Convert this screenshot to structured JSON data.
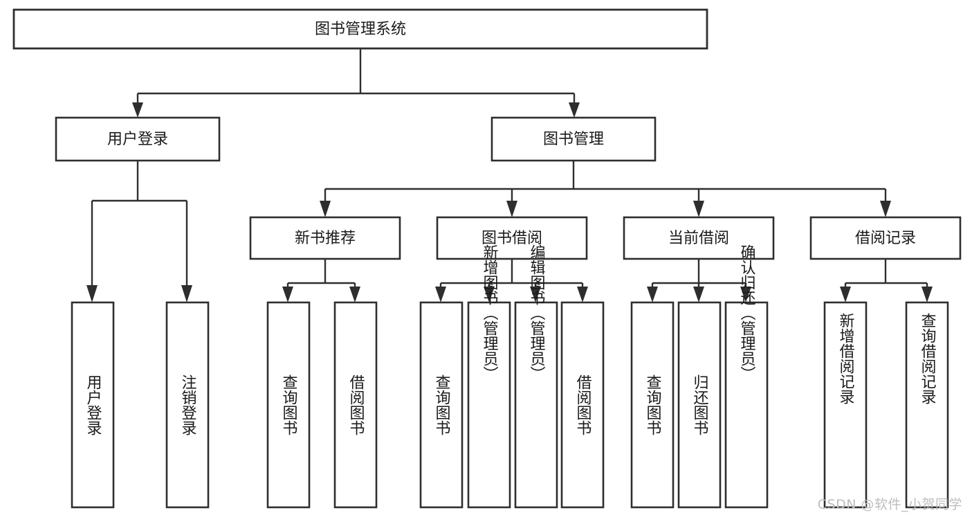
{
  "diagram": {
    "type": "tree-hierarchy",
    "title": "图书管理系统",
    "watermark": "CSDN @软件_小贺同学",
    "orientation": "top-down",
    "levels": 4,
    "nodes": {
      "root": {
        "label": "图书管理系统",
        "level": 1
      },
      "level2": [
        {
          "id": "user-login",
          "label": "用户登录"
        },
        {
          "id": "book-manage",
          "label": "图书管理"
        }
      ],
      "level3": [
        {
          "id": "new-book-recommend",
          "label": "新书推荐",
          "parent": "book-manage"
        },
        {
          "id": "book-borrow",
          "label": "图书借阅",
          "parent": "book-manage"
        },
        {
          "id": "current-borrow",
          "label": "当前借阅",
          "parent": "book-manage"
        },
        {
          "id": "borrow-record",
          "label": "借阅记录",
          "parent": "book-manage"
        }
      ],
      "leaves": [
        {
          "id": "leaf-user-login",
          "label": "用户登录",
          "parent": "user-login"
        },
        {
          "id": "leaf-logout-login",
          "label": "注销登录",
          "parent": "user-login"
        },
        {
          "id": "leaf-query-book-1",
          "label": "查询图书",
          "parent": "new-book-recommend"
        },
        {
          "id": "leaf-borrow-book-1",
          "label": "借阅图书",
          "parent": "new-book-recommend"
        },
        {
          "id": "leaf-query-book-2",
          "label": "查询图书",
          "parent": "book-borrow"
        },
        {
          "id": "leaf-add-book",
          "label": "新增图书（管理员）",
          "parent": "book-borrow"
        },
        {
          "id": "leaf-edit-book",
          "label": "编辑图书（管理员）",
          "parent": "book-borrow"
        },
        {
          "id": "leaf-borrow-book-2",
          "label": "借阅图书",
          "parent": "book-borrow"
        },
        {
          "id": "leaf-query-book-3",
          "label": "查询图书",
          "parent": "current-borrow"
        },
        {
          "id": "leaf-return-book",
          "label": "归还图书",
          "parent": "current-borrow"
        },
        {
          "id": "leaf-confirm-return",
          "label": "确认归还（管理员）",
          "parent": "current-borrow"
        },
        {
          "id": "leaf-add-record",
          "label": "新增借阅记录",
          "parent": "borrow-record"
        },
        {
          "id": "leaf-query-record",
          "label": "查询借阅记录",
          "parent": "borrow-record"
        }
      ]
    },
    "colors": {
      "stroke": "#2e2e2e",
      "fill": "#ffffff",
      "text": "#1a1a1a",
      "watermark": "#bdbdbd"
    }
  }
}
